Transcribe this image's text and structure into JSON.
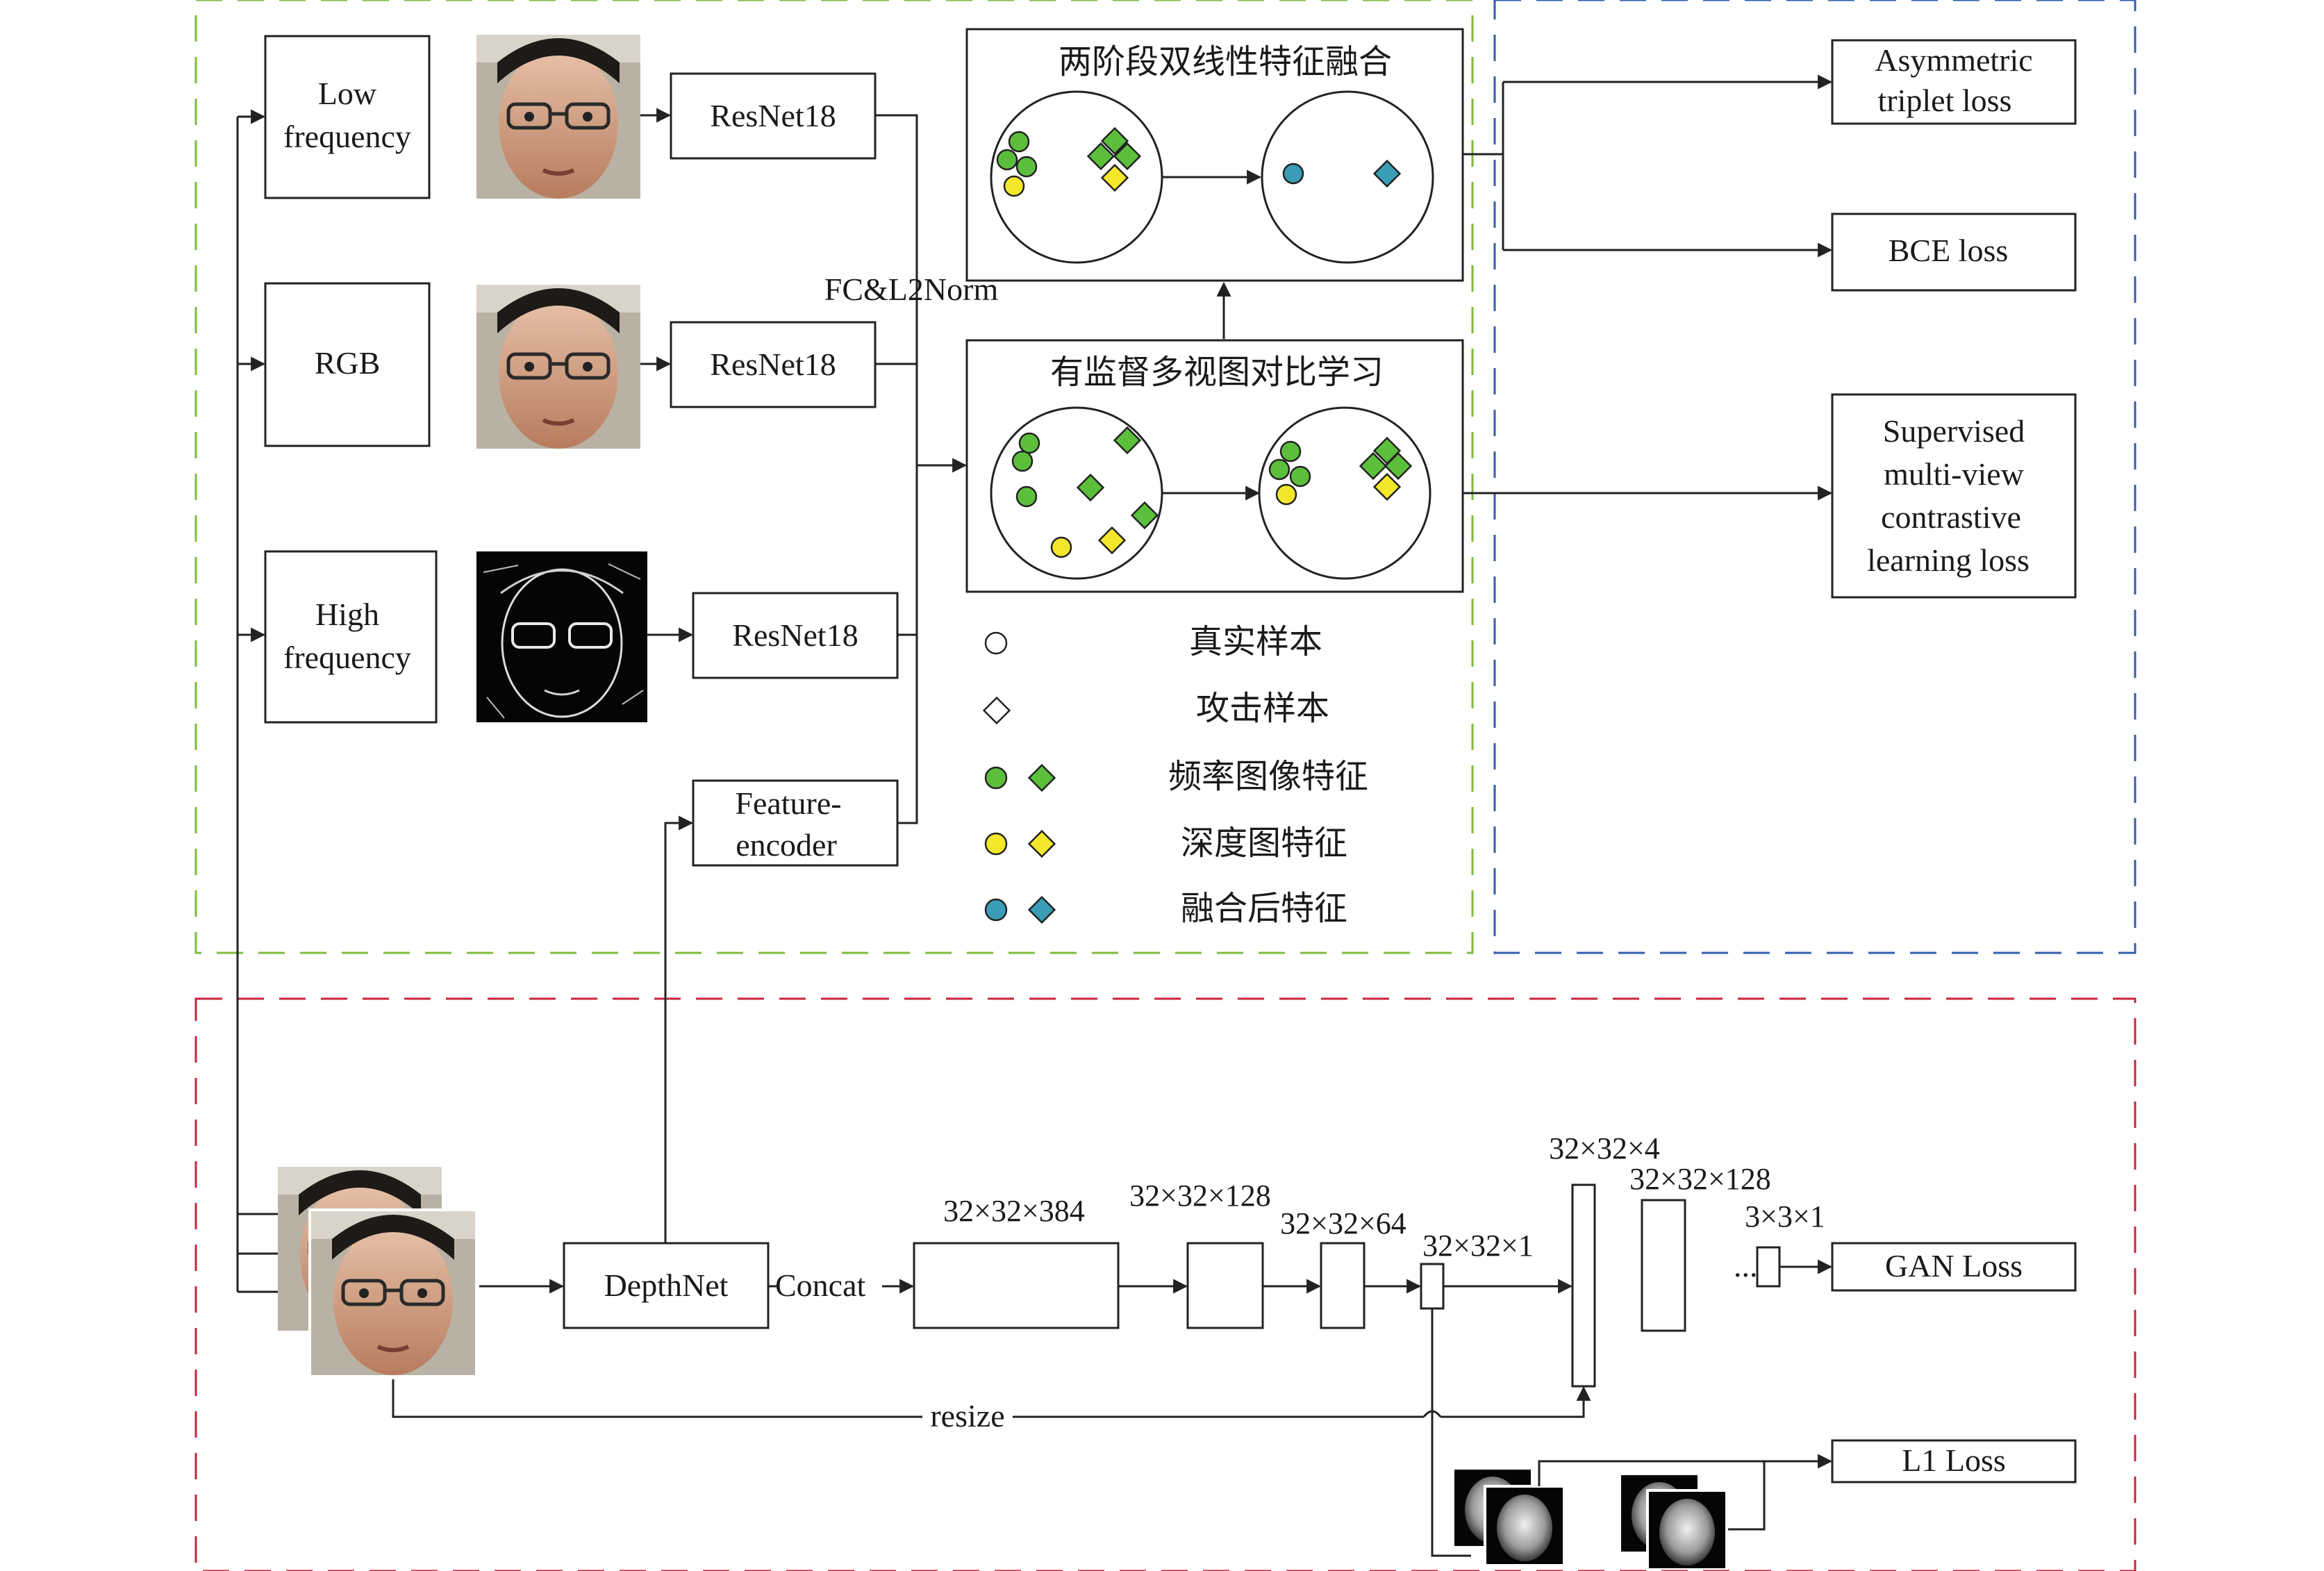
{
  "inputs": {
    "low": [
      "Low",
      "frequency"
    ],
    "rgb": "RGB",
    "high": [
      "High",
      "frequency"
    ]
  },
  "backbones": {
    "resnet_low": "ResNet18",
    "resnet_rgb": "ResNet18",
    "resnet_high": "ResNet18",
    "feature_encoder": [
      "Feature-",
      "encoder"
    ]
  },
  "fc_label": "FC&L2Norm",
  "modules": {
    "fusion_title": "两阶段双线性特征融合",
    "contrast_title": "有监督多视图对比学习"
  },
  "legend": [
    {
      "symbols": [
        "circle-white"
      ],
      "label": "真实样本"
    },
    {
      "symbols": [
        "diamond-white"
      ],
      "label": "攻击样本"
    },
    {
      "symbols": [
        "circle-green",
        "diamond-green"
      ],
      "label": "频率图像特征"
    },
    {
      "symbols": [
        "circle-yellow",
        "diamond-yellow"
      ],
      "label": "深度图特征"
    },
    {
      "symbols": [
        "circle-teal",
        "diamond-teal"
      ],
      "label": "融合后特征"
    }
  ],
  "losses": {
    "asym": [
      "Asymmetric",
      "triplet loss"
    ],
    "bce": "BCE loss",
    "supcon": [
      "Supervised",
      "multi-view",
      "contrastive",
      "learning loss"
    ],
    "gan": "GAN Loss",
    "l1": "L1 Loss"
  },
  "depth_branch": {
    "depthnet": "DepthNet",
    "concat": "Concat",
    "resize": "resize",
    "dims": [
      "32×32×384",
      "32×32×128",
      "32×32×64",
      "32×32×1",
      "32×32×4",
      "32×32×128",
      "3×3×1"
    ],
    "ellipsis": "..."
  },
  "colors": {
    "green_box": "#7dbb3c",
    "blue_box": "#2d5fb0",
    "red_box": "#c8243a",
    "feat_green": "#5cbf3c",
    "feat_yellow": "#f2e72a",
    "feat_teal": "#3a9db5"
  }
}
